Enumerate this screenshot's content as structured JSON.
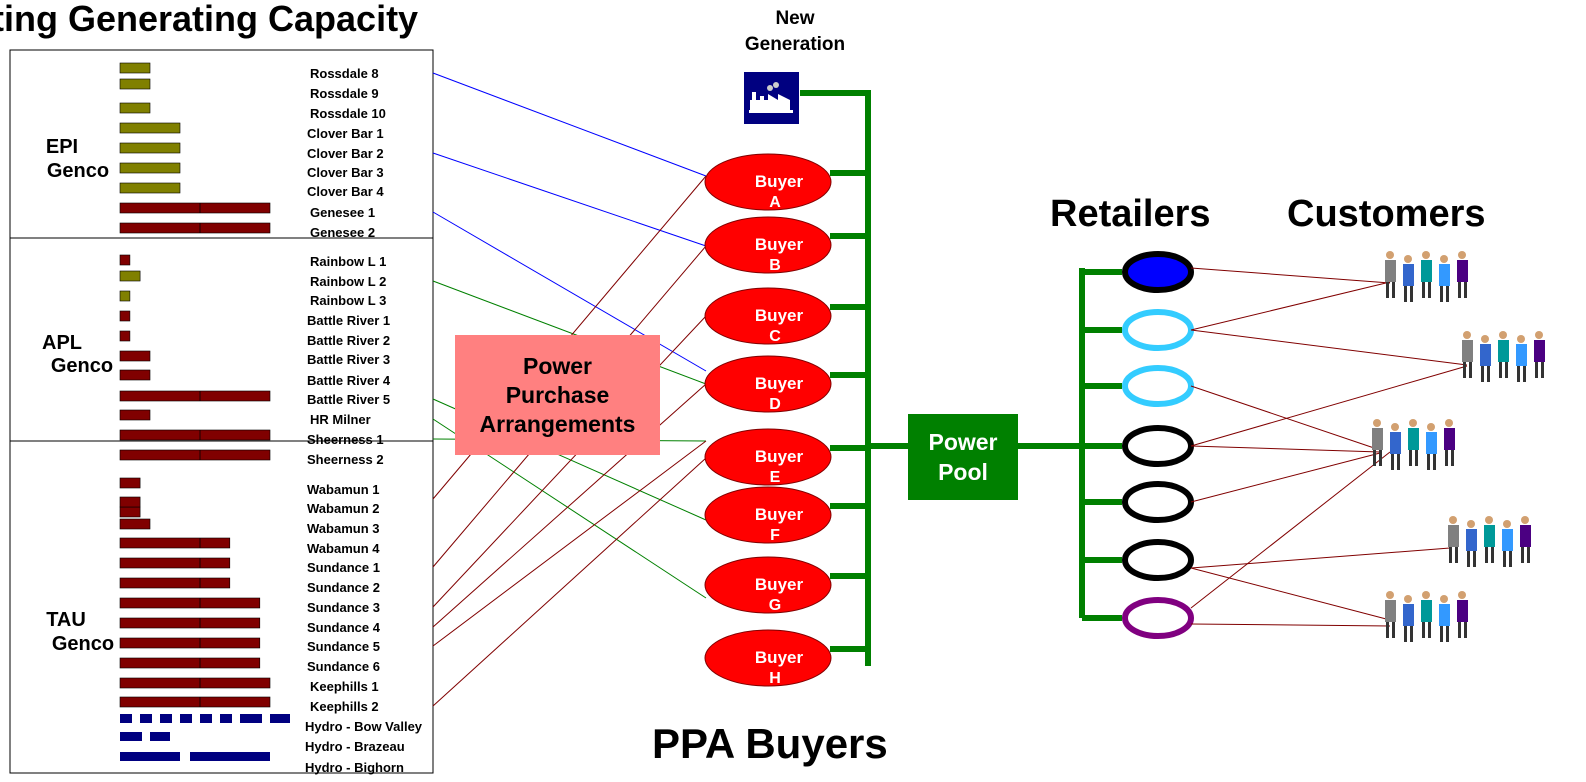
{
  "title": "ting Generating Capacity",
  "new_generation": [
    "New",
    "Generation"
  ],
  "gencos": [
    {
      "label": [
        "EPI",
        "Genco"
      ]
    },
    {
      "label": [
        "APL",
        "Genco"
      ]
    },
    {
      "label": [
        "TAU",
        "Genco"
      ]
    }
  ],
  "units": [
    "Rossdale 8",
    "Rossdale 9",
    "Rossdale 10",
    "Clover Bar 1",
    "Clover Bar 2",
    "Clover Bar 3",
    "Clover Bar 4",
    "Genesee 1",
    "Genesee 2",
    "Rainbow L 1",
    "Rainbow L 2",
    "Rainbow L 3",
    "Battle River 1",
    "Battle River 2",
    "Battle River 3",
    "Battle River 4",
    "Battle River 5",
    "HR Milner",
    "Sheerness 1",
    "Sheerness 2",
    "Wabamun 1",
    "Wabamun 2",
    "Wabamun 3",
    "Wabamun 4",
    "Sundance 1",
    "Sundance 2",
    "Sundance 3",
    "Sundance 4",
    "Sundance 5",
    "Sundance 6",
    "Keephills 1",
    "Keephills 2",
    "Hydro - Bow Valley",
    "Hydro - Brazeau",
    "Hydro - Bighorn"
  ],
  "ppa_label": [
    "Power",
    "Purchase",
    "Arrangements"
  ],
  "buyers": [
    {
      "word": "Buyer",
      "letter": "A"
    },
    {
      "word": "Buyer",
      "letter": "B"
    },
    {
      "word": "Buyer",
      "letter": "C"
    },
    {
      "word": "Buyer",
      "letter": "D"
    },
    {
      "word": "Buyer",
      "letter": "E"
    },
    {
      "word": "Buyer",
      "letter": "F"
    },
    {
      "word": "Buyer",
      "letter": "G"
    },
    {
      "word": "Buyer",
      "letter": "H"
    }
  ],
  "ppa_buyers_label": "PPA Buyers",
  "power_pool": [
    "Power",
    "Pool"
  ],
  "retailers_label": "Retailers",
  "customers_label": "Customers",
  "retailer_colors": [
    "#0000ff",
    "#33ccff",
    "#33ccff",
    "#000000",
    "#000000",
    "#000000",
    "#800080"
  ],
  "colors": {
    "epi_bar": "#808000",
    "thermal_bar": "#800000",
    "hydro_bar": "#000080",
    "buyer_fill": "#ff0000",
    "pool_green": "#008000",
    "ppa_box": "#ff8080",
    "link_blue": "#0000ff",
    "link_green": "#008000",
    "link_red": "#800000"
  },
  "icons": [
    "factory-icon",
    "people-group-icon"
  ]
}
